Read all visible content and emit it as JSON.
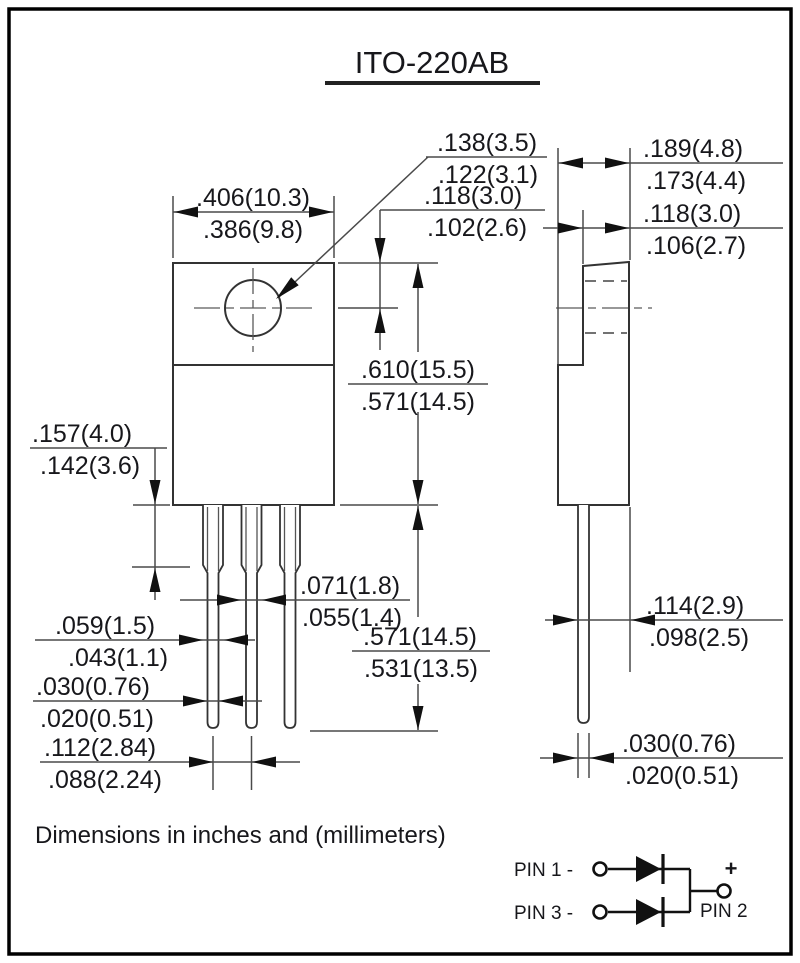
{
  "title": "ITO-220AB",
  "note": "Dimensions in inches and (millimeters)",
  "colors": {
    "ink": "#17171b",
    "line": "#4a4a4a",
    "background": "#ffffff"
  },
  "front": {
    "width": {
      "t": ".406(10.3)",
      "b": ".386(9.8)"
    },
    "hole_dia": {
      "t": ".138(3.5)",
      "b": ".122(3.1)"
    },
    "hole_pos": {
      "t": ".118(3.0)",
      "b": ".102(2.6)"
    },
    "body_h": {
      "t": ".610(15.5)",
      "b": ".571(14.5)"
    },
    "shoulder": {
      "t": ".157(4.0)",
      "b": ".142(3.6)"
    },
    "lead_w2": {
      "t": ".071(1.8)",
      "b": ".055(1.4)"
    },
    "lead_w1": {
      "t": ".059(1.5)",
      "b": ".043(1.1)"
    },
    "lead_w0": {
      "t": ".030(0.76)",
      "b": ".020(0.51)"
    },
    "pitch": {
      "t": ".112(2.84)",
      "b": ".088(2.24)"
    },
    "lead_len": {
      "t": ".571(14.5)",
      "b": ".531(13.5)"
    }
  },
  "side": {
    "depth": {
      "t": ".189(4.8)",
      "b": ".173(4.4)"
    },
    "body_d": {
      "t": ".118(3.0)",
      "b": ".106(2.7)"
    },
    "lead_off": {
      "t": ".114(2.9)",
      "b": ".098(2.5)"
    },
    "lead_t": {
      "t": ".030(0.76)",
      "b": ".020(0.51)"
    }
  },
  "pinout": {
    "pin1": "PIN 1 -",
    "pin3": "PIN 3 -",
    "pin2": "PIN 2",
    "plus": "+"
  }
}
